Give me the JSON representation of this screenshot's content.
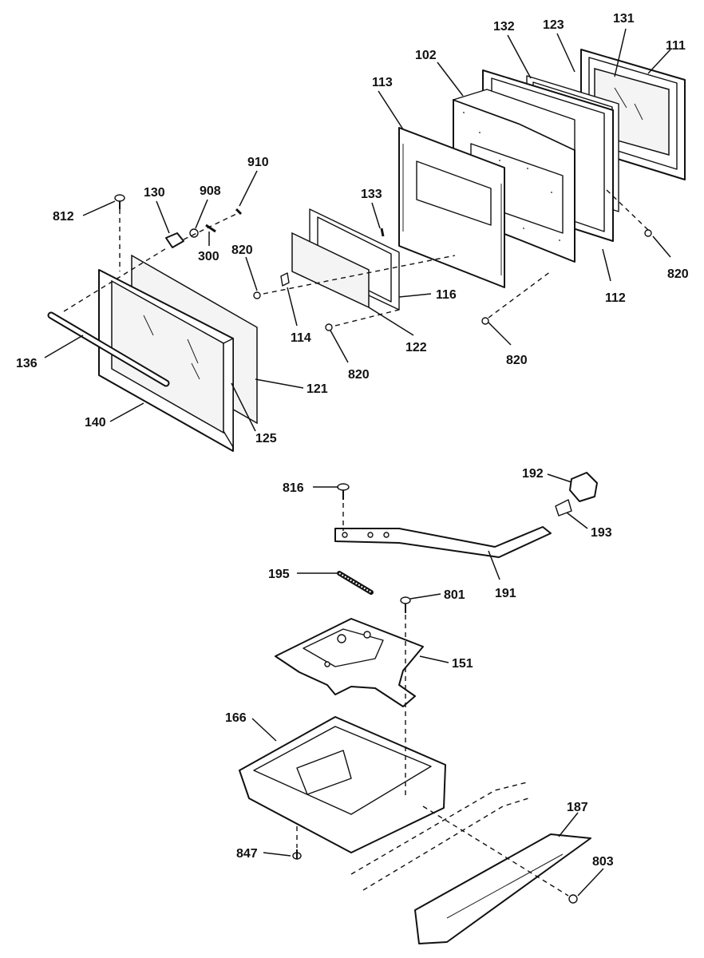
{
  "labels": [
    "111",
    "131",
    "123",
    "132",
    "102",
    "113",
    "112",
    "820",
    "910",
    "908",
    "130",
    "812",
    "300",
    "133",
    "820",
    "114",
    "116",
    "122",
    "820",
    "820",
    "136",
    "140",
    "125",
    "121",
    "192",
    "816",
    "193",
    "191",
    "195",
    "801",
    "151",
    "166",
    "187",
    "803",
    "847"
  ]
}
